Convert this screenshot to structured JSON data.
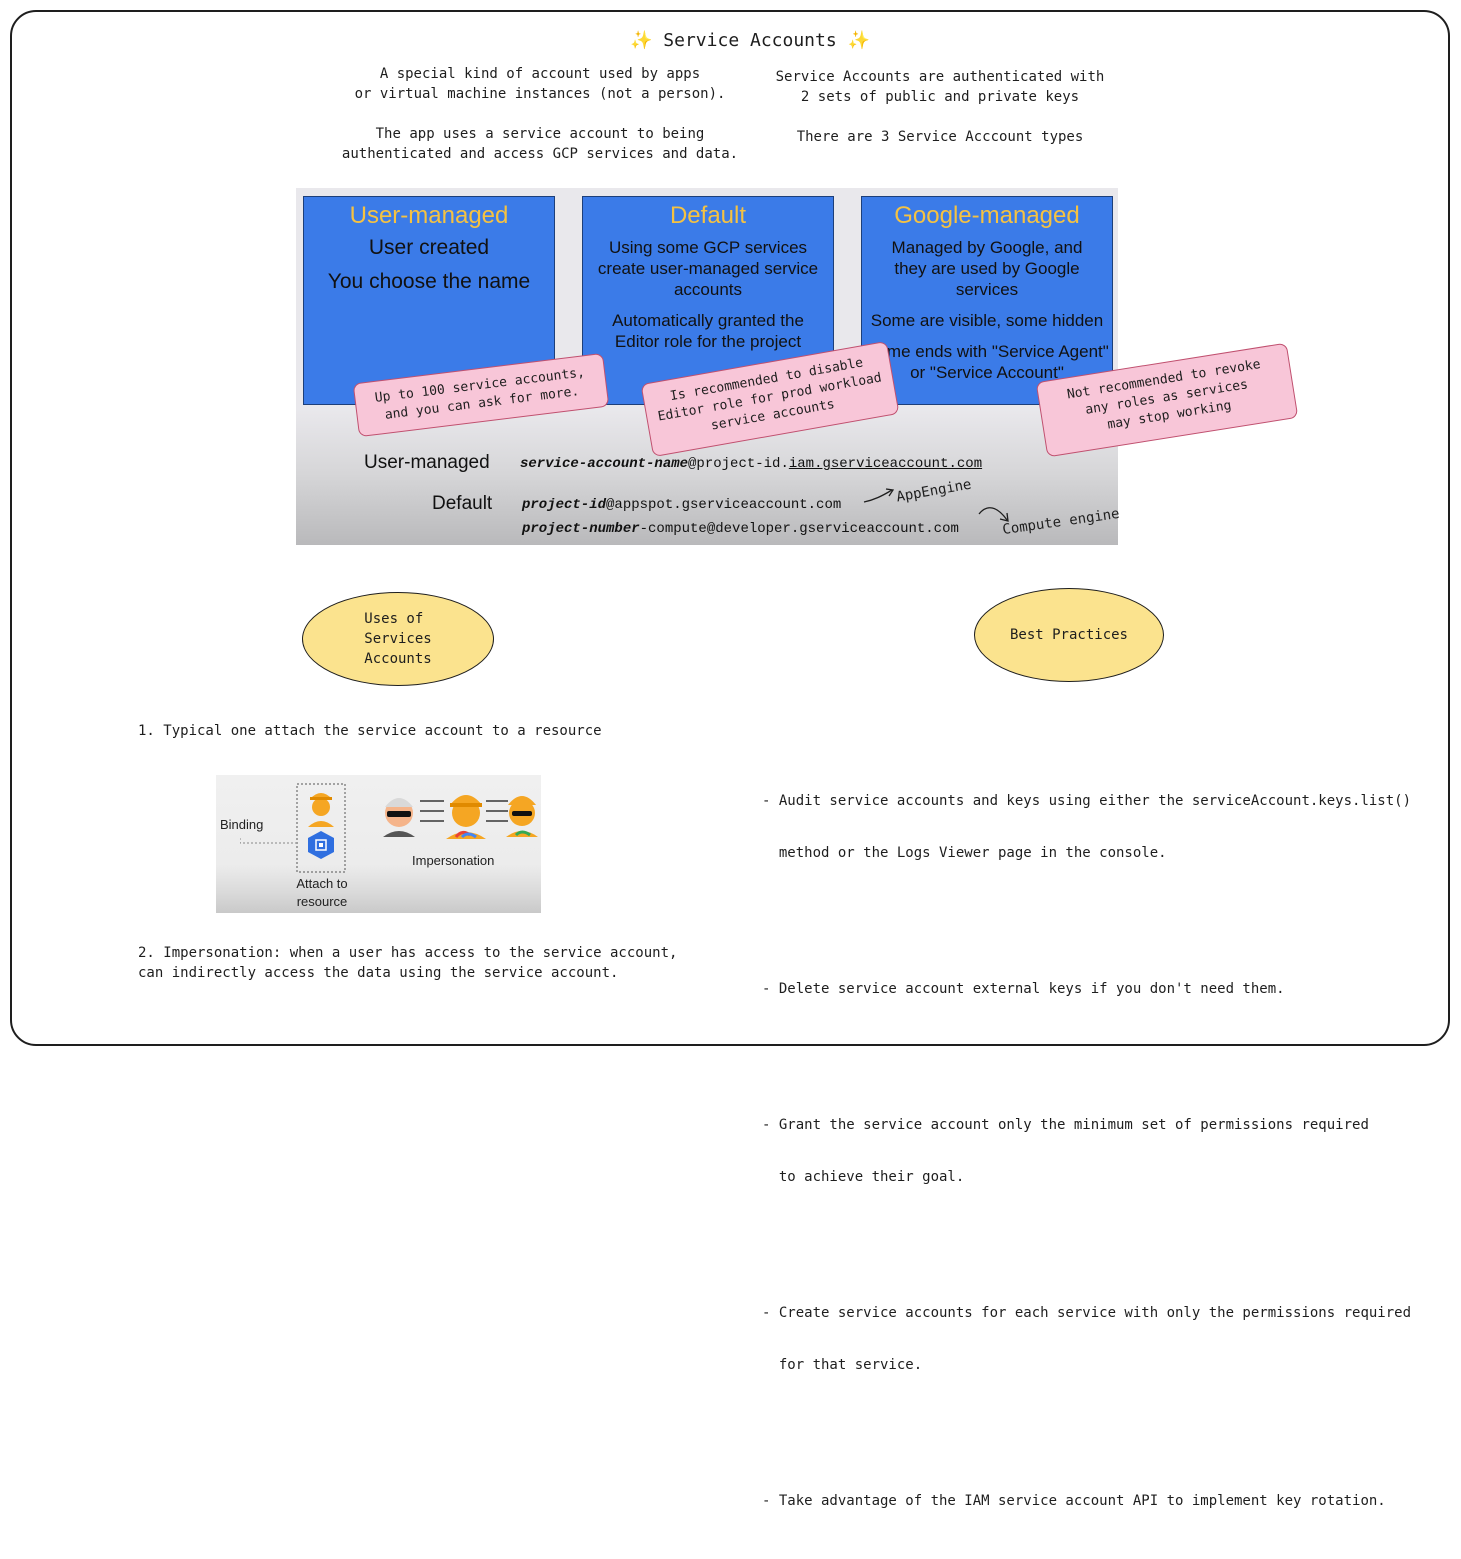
{
  "title": {
    "text": "Service Accounts",
    "sparkle_left": "✨",
    "sparkle_right": "✨"
  },
  "intro_left": [
    "A special kind of account used by apps",
    "or virtual machine instances (not a person).",
    "The app uses a service account to being",
    "authenticated and access GCP services and data."
  ],
  "intro_right": [
    "Service Accounts are authenticated with",
    "2 sets of public and private keys",
    "There are 3 Service Acccount types"
  ],
  "types": [
    {
      "title": "User-managed",
      "lines": [
        "User created",
        "You choose the name"
      ]
    },
    {
      "title": "Default",
      "lines": [
        "Using some GCP services",
        "create user-managed service",
        "accounts",
        "Automatically granted the",
        "Editor role for the project"
      ]
    },
    {
      "title": "Google-managed",
      "lines": [
        "Managed by Google, and",
        "they are used by Google",
        "services",
        "Some are visible, some hidden",
        "Name ends with \"Service Agent\"",
        "or \"Service Account\""
      ]
    }
  ],
  "notes": {
    "user_managed": [
      "Up to 100 service accounts,",
      "and you can ask for more."
    ],
    "default": [
      "Is recommended to disable",
      "Editor role for prod workload",
      "service accounts"
    ],
    "google_managed": [
      "Not recommended to revoke",
      "any roles as services",
      "may stop working"
    ]
  },
  "emails": {
    "user_label": "User-managed",
    "user_bold": "service-account-name",
    "user_mid": "@project-id.",
    "user_link": "iam.gserviceaccount.com",
    "default_label": "Default",
    "default1_bold": "project-id",
    "default1_rest": "@appspot.gserviceaccount.com",
    "default1_note": "AppEngine",
    "default2_bold": "project-number",
    "default2_rest": "-compute@developer.gserviceaccount.com",
    "default2_note": "Compute engine"
  },
  "uses": {
    "bubble": [
      "Uses of",
      "Services",
      "Accounts"
    ],
    "item1": "1. Typical one attach the service account to a resource",
    "image": {
      "binding": "Binding",
      "attach": [
        "Attach to",
        "resource"
      ],
      "impersonation": "Impersonation"
    },
    "item2": [
      "2. Impersonation: when a user has access to the service account,",
      "can indirectly access the data using the service account."
    ]
  },
  "best_practices": {
    "bubble": "Best Practices",
    "items": [
      [
        "- Audit service accounts and keys using either the serviceAccount.keys.list()",
        "  method or the Logs Viewer page in the console."
      ],
      [
        "- Delete service account external keys if you don't need them."
      ],
      [
        "- Grant the service account only the minimum set of permissions required",
        "  to achieve their goal."
      ],
      [
        "- Create service accounts for each service with only the permissions required",
        "  for that service."
      ],
      [
        "- Take advantage of the IAM service account API to implement key rotation."
      ]
    ]
  },
  "colors": {
    "card": "#3b7be8",
    "card_title": "#f5c242",
    "note": "#f8c6d8",
    "bubble": "#fbe38e"
  }
}
